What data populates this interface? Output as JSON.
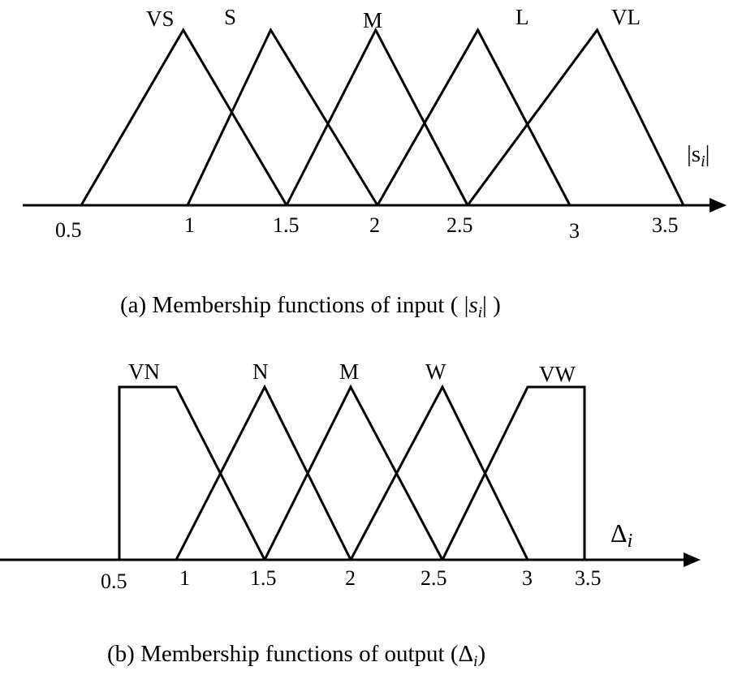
{
  "top": {
    "axis_label": "|s",
    "axis_sub": "i",
    "ticks": [
      "0.5",
      "1",
      "1.5",
      "2",
      "2.5",
      "3",
      "3.5"
    ],
    "tick_values": [
      0.5,
      1,
      1.5,
      2,
      2.5,
      3,
      3.5
    ],
    "sets": [
      {
        "name": "VS",
        "points": [
          [
            0.5,
            0
          ],
          [
            0.98,
            1
          ],
          [
            1.5,
            0
          ]
        ]
      },
      {
        "name": "S",
        "points": [
          [
            1,
            0
          ],
          [
            1.42,
            1
          ],
          [
            2,
            0
          ]
        ]
      },
      {
        "name": "M",
        "points": [
          [
            1.5,
            0
          ],
          [
            1.99,
            1
          ],
          [
            2.5,
            0
          ]
        ]
      },
      {
        "name": "L",
        "points": [
          [
            2,
            0
          ],
          [
            2.55,
            1
          ],
          [
            3,
            0
          ]
        ]
      },
      {
        "name": "VL",
        "points": [
          [
            2.5,
            0
          ],
          [
            3.12,
            1
          ],
          [
            3.5,
            0
          ]
        ]
      }
    ],
    "caption_pre": "(a) Membership functions of input (",
    "caption_var": "s",
    "caption_sub": "i",
    "caption_post": ")"
  },
  "bottom": {
    "axis_label": "Δ",
    "axis_sub": "i",
    "ticks": [
      "0.5",
      "1",
      "1.5",
      "2",
      "2.5",
      "3",
      "3.5"
    ],
    "tick_values": [
      0.5,
      1,
      1.5,
      2,
      2.5,
      3,
      3.5
    ],
    "sets": [
      {
        "name": "VN",
        "points": [
          [
            0.5,
            0
          ],
          [
            0.5,
            1
          ],
          [
            1,
            1
          ],
          [
            1.5,
            0
          ]
        ]
      },
      {
        "name": "N",
        "points": [
          [
            1,
            0
          ],
          [
            1.5,
            1
          ],
          [
            2,
            0
          ]
        ]
      },
      {
        "name": "M",
        "points": [
          [
            1.5,
            0
          ],
          [
            2,
            1
          ],
          [
            2.5,
            0
          ]
        ]
      },
      {
        "name": "W",
        "points": [
          [
            2,
            0
          ],
          [
            2.5,
            1
          ],
          [
            3,
            0
          ]
        ]
      },
      {
        "name": "VW",
        "points": [
          [
            2.5,
            0
          ],
          [
            3,
            1
          ],
          [
            3.5,
            1
          ],
          [
            3.5,
            0
          ]
        ]
      }
    ],
    "caption_pre": "(b) Membership functions of output (",
    "caption_var": "Δ",
    "caption_sub": "i",
    "caption_post": ")"
  }
}
